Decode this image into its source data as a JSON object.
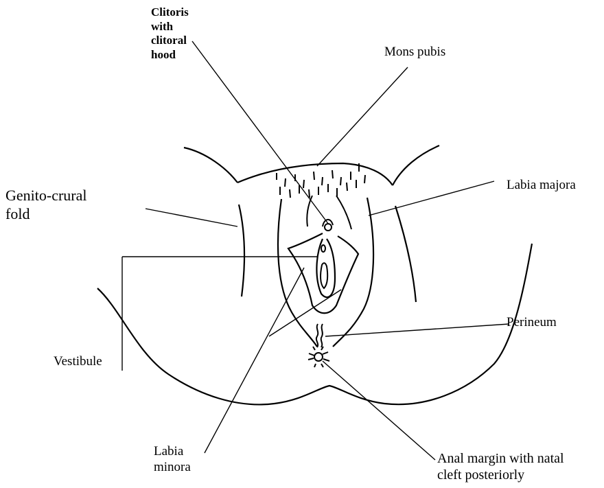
{
  "labels": {
    "clitoris": "Clitoris\nwith\nclitoral\nhood",
    "mons_pubis": "Mons pubis",
    "labia_majora": "Labia majora",
    "genito_crural_fold": "Genito-crural\nfold",
    "vestibule": "Vestibule",
    "perineum": "Perineum",
    "labia_minora": "Labia\nminora",
    "anal_margin": "Anal margin with natal\ncleft posteriorly"
  },
  "colors": {
    "line": "#000000",
    "background": "#ffffff"
  }
}
